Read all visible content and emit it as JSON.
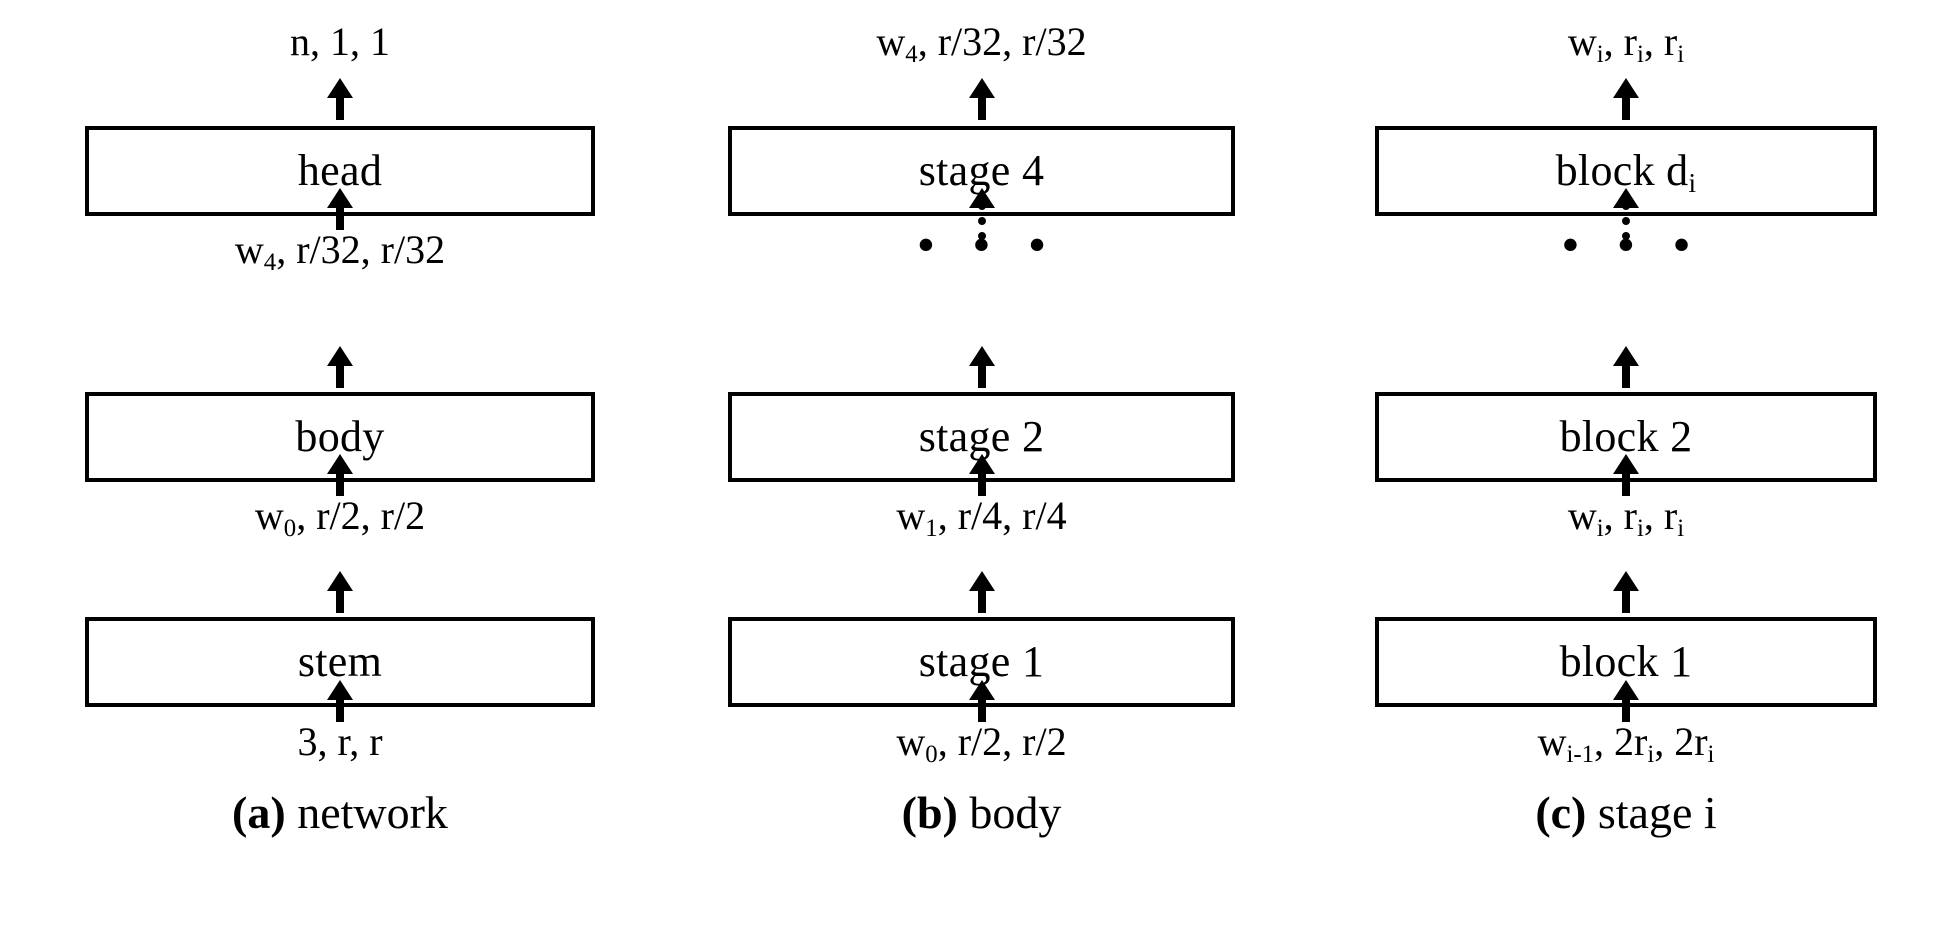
{
  "figure": {
    "background_color": "#ffffff",
    "ink_color": "#000000",
    "columns": [
      {
        "id": "a",
        "caption_tag": "(a)",
        "caption_text": "network",
        "top_label": "n, 1, 1",
        "boxes": [
          {
            "name": "head-box",
            "label": "head"
          },
          {
            "name": "body-box",
            "label": "body"
          },
          {
            "name": "stem-box",
            "label": "stem"
          }
        ],
        "edge_labels": [
          {
            "name": "head-to-body-label",
            "base1": "w",
            "sub1": "4",
            "rest": ", r/32, r/32"
          },
          {
            "name": "body-to-stem-label",
            "base1": "w",
            "sub1": "0",
            "rest": ", r/2, r/2"
          }
        ],
        "bottom_label": "3, r, r"
      },
      {
        "id": "b",
        "caption_tag": "(b)",
        "caption_text": "body",
        "top_label_base": "w",
        "top_label_sub": "4",
        "top_label_rest": ", r/32, r/32",
        "boxes": [
          {
            "name": "stage-4-box",
            "label": "stage 4"
          },
          {
            "name": "stage-2-box",
            "label": "stage 2"
          },
          {
            "name": "stage-1-box",
            "label": "stage 1"
          }
        ],
        "ellipsis": "• • •",
        "edge_labels": [
          {
            "name": "stage2-to-stage1-label",
            "base1": "w",
            "sub1": "1",
            "rest": ", r/4, r/4"
          }
        ],
        "bottom_label_base": "w",
        "bottom_label_sub": "0",
        "bottom_label_rest": ", r/2, r/2"
      },
      {
        "id": "c",
        "caption_tag": "(c)",
        "caption_text": "stage i",
        "top_label_base": "w",
        "top_label_sub": "i",
        "top_label_mid": ", r",
        "top_label_sub2": "i",
        "top_label_mid2": ", r",
        "top_label_sub3": "i",
        "boxes": [
          {
            "name": "block-d-box",
            "label_base": "block d",
            "label_sub": "i"
          },
          {
            "name": "block-2-box",
            "label": "block 2"
          },
          {
            "name": "block-1-box",
            "label": "block 1"
          }
        ],
        "ellipsis": "• • •",
        "edge_labels": [
          {
            "name": "block2-to-block1-label",
            "base1": "w",
            "sub1": "i",
            "mid": ", r",
            "sub2": "i",
            "mid2": ", r",
            "sub3": "i"
          }
        ],
        "bottom_label_base": "w",
        "bottom_label_sub": "i-1",
        "bottom_label_mid": ", 2r",
        "bottom_label_sub2": "i",
        "bottom_label_mid2": ", 2r",
        "bottom_label_sub3": "i"
      }
    ]
  }
}
